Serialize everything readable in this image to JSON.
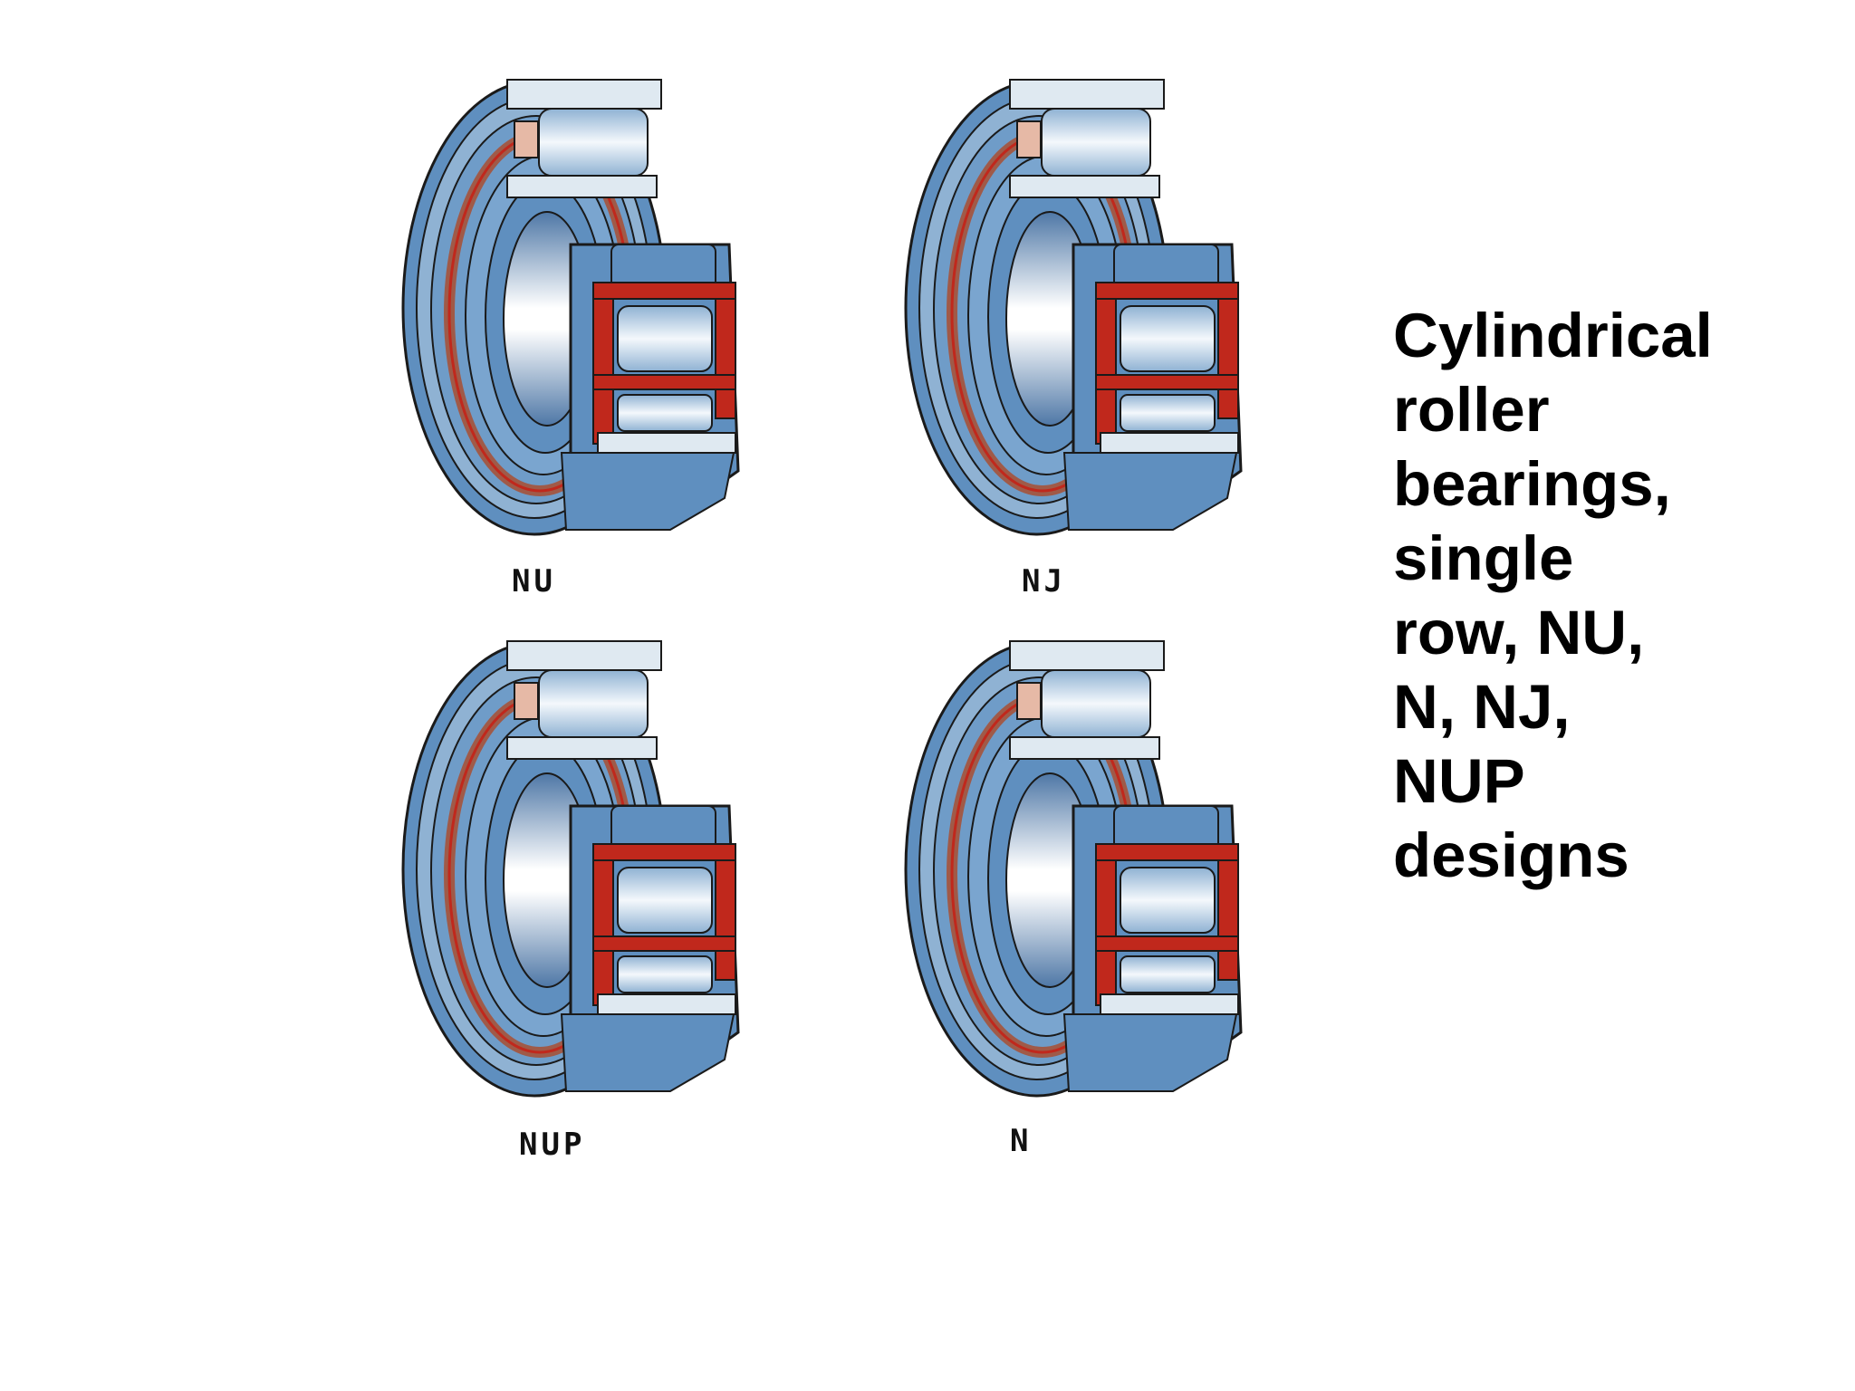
{
  "bearings": [
    {
      "id": "nu",
      "label": "NU"
    },
    {
      "id": "nj",
      "label": "NJ"
    },
    {
      "id": "nup",
      "label": "NUP"
    },
    {
      "id": "n",
      "label": "N"
    }
  ],
  "caption": {
    "lines": [
      "Cylindrical",
      "roller",
      "bearings,",
      "single",
      "row, NU,",
      "N, NJ,",
      "NUP",
      "designs"
    ]
  },
  "colors": {
    "steel_blue": "#5f8fbf",
    "light_ring": "#dfe9f1",
    "cage_red": "#c0281c",
    "brown": "#a05a48",
    "outline": "#1a1a1a"
  }
}
